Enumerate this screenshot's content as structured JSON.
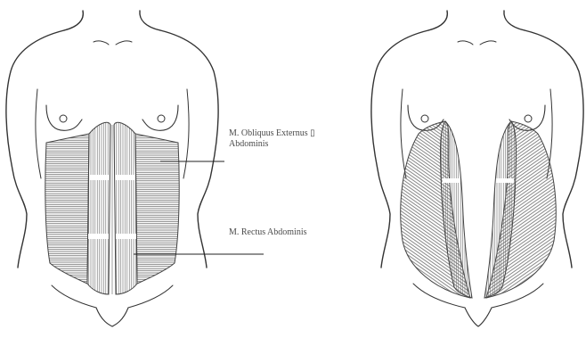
{
  "labels": {
    "external_oblique_line1": "M. Obliquus Externus ▯",
    "external_oblique_line2": "Abdominis",
    "rectus_abdominis": "M. Rectus Abdominis"
  }
}
